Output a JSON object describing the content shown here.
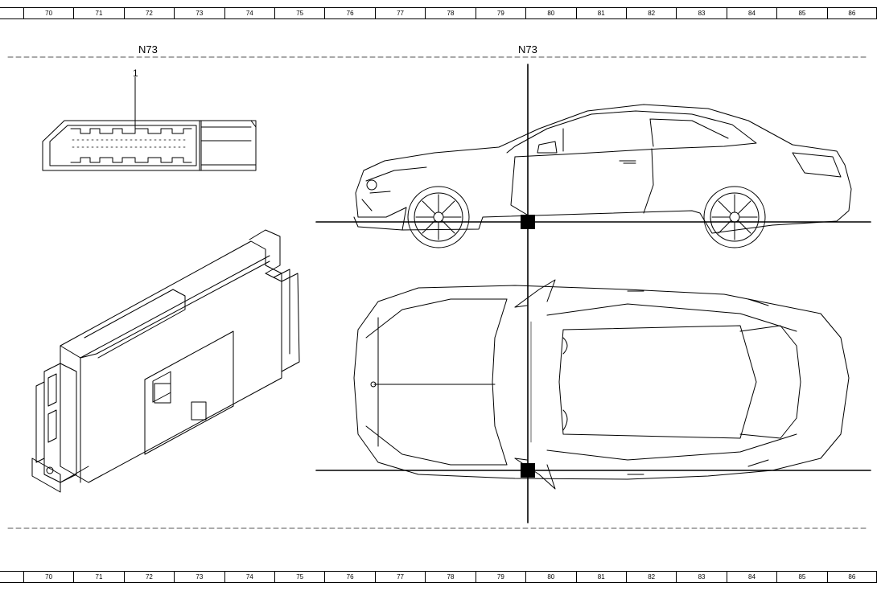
{
  "grid": {
    "columns": [
      "70",
      "71",
      "72",
      "73",
      "74",
      "75",
      "76",
      "77",
      "78",
      "79",
      "80",
      "81",
      "82",
      "83",
      "84",
      "85",
      "86"
    ]
  },
  "labels": {
    "component_left": "N73",
    "component_right": "N73",
    "callout_1": "1"
  },
  "colors": {
    "line": "#000000",
    "background": "#ffffff",
    "dash": "#555555"
  }
}
